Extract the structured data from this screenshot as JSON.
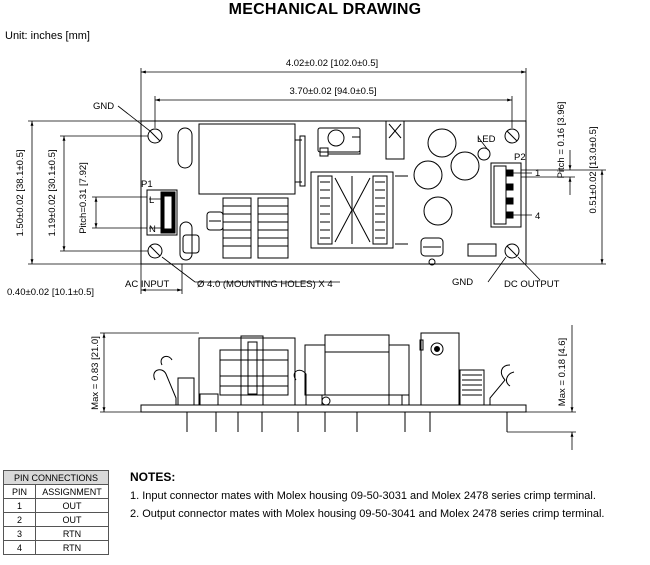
{
  "title": "MECHANICAL DRAWING",
  "unit": "Unit: inches [mm]",
  "top_view": {
    "dim_overall_width": "4.02±0.02 [102.0±0.5]",
    "dim_hole_width": "3.70±0.02 [94.0±0.5]",
    "dim_overall_height": "1.50±0.02 [38.1±0.5]",
    "dim_hole_height": "1.19±0.02 [30.1±0.5]",
    "dim_p1_pitch": "Pitch=0.31 [7.92]",
    "dim_left_offset": "0.40±0.02 [10.1±0.5]",
    "dim_p2_pitch": "Pitch = 0.16 [3.96]",
    "dim_p2_offset": "0.51±0.02 [13.0±0.5]",
    "label_gnd_top": "GND",
    "label_gnd_bottom": "GND",
    "label_led": "LED",
    "label_p1": "P1",
    "label_p2": "P2",
    "label_l": "L",
    "label_n": "N",
    "label_pin1": "1",
    "label_pin4": "4",
    "label_ac_input": "AC INPUT",
    "label_mounting": "Ø 4.0 (MOUNTING HOLES) X 4",
    "label_dc_output": "DC OUTPUT"
  },
  "side_view": {
    "dim_max_height": "Max = 0.83 [21.0]",
    "dim_max_pin": "Max = 0.18 [4.6]"
  },
  "pin_table": {
    "title": "PIN CONNECTIONS",
    "col_pin": "PIN",
    "col_assignment": "ASSIGNMENT",
    "rows": [
      {
        "pin": "1",
        "assignment": "OUT"
      },
      {
        "pin": "2",
        "assignment": "OUT"
      },
      {
        "pin": "3",
        "assignment": "RTN"
      },
      {
        "pin": "4",
        "assignment": "RTN"
      }
    ]
  },
  "notes": {
    "title": "NOTES:",
    "items": [
      "1. Input connector mates with Molex housing 09-50-3031 and Molex 2478 series crimp terminal.",
      "2. Output connector mates with Molex housing 09-50-3041 and Molex 2478 series crimp terminal."
    ]
  }
}
